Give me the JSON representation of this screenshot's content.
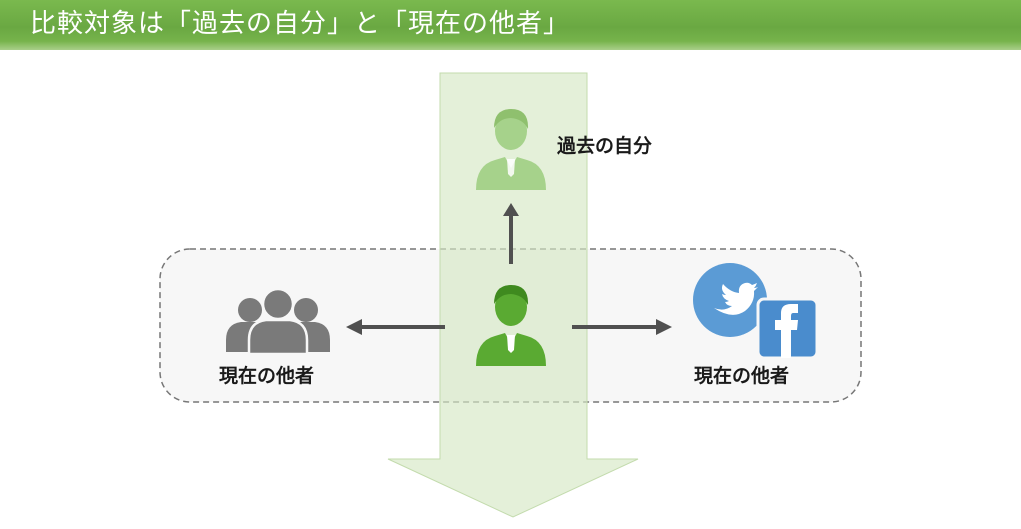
{
  "title": "比較対象は「過去の自分」と「現在の他者」",
  "labels": {
    "past_self": "過去の自分",
    "others_left": "現在の他者",
    "others_right": "現在の他者"
  },
  "icons": {
    "past_self": "person-icon",
    "current_self": "person-icon",
    "others": "group-icon",
    "twitter": "twitter-icon",
    "facebook": "facebook-icon"
  },
  "colors": {
    "title_bar": "#6aa842",
    "green": "#5aaa32",
    "light_green": "#a6d28b",
    "band": "#e2f0d6",
    "gray_figure": "#7a7a7a",
    "arrow": "#505050",
    "twitter": "#5b9bd5",
    "facebook": "#4a8ccd"
  }
}
